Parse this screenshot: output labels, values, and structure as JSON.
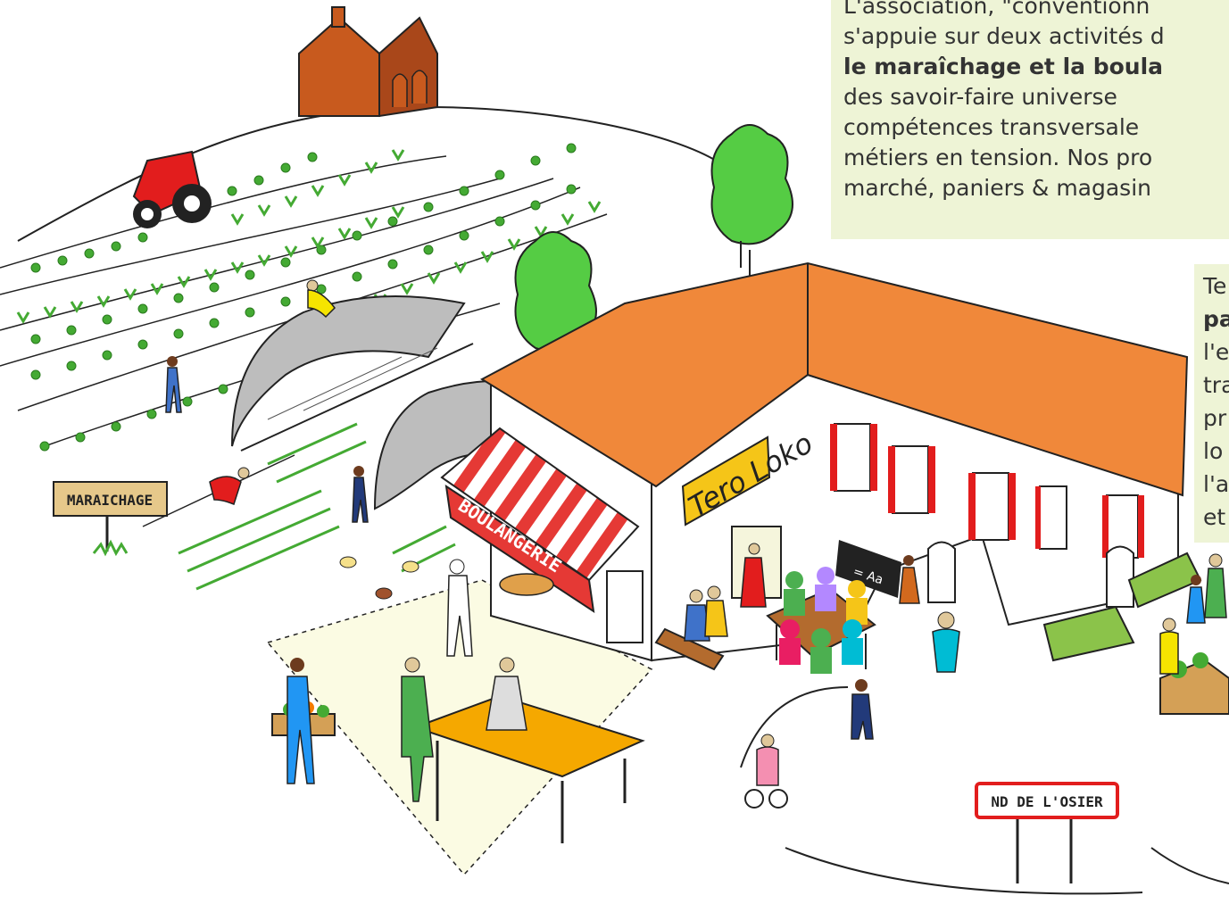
{
  "text_box_1": {
    "lines": [
      "L'association, \"conventionn",
      "s'appuie sur deux activités d",
      "le maraîchage et la boula",
      "des   savoir-faire   universe",
      "compétences   transversale",
      "métiers en tension. Nos pro",
      "marché, paniers & magasin"
    ],
    "bold_line_index": 2
  },
  "text_box_2": {
    "lines": [
      "Te",
      "pa",
      "l'e",
      "tra",
      "pr",
      "lo",
      "l'a",
      "et"
    ],
    "bold_line_index": 1
  },
  "signs": {
    "maraichage": "MARAICHAGE",
    "boulangerie": "BOULANGERIE",
    "shop": "Tero Loko",
    "town": "ND DE L'OSIER",
    "chalkboard": "= Aa"
  },
  "colors": {
    "textbox_bg": "#eef4d6",
    "roof": "#f0883a",
    "church": "#c85a1e",
    "tree": "#55cc44",
    "crops": "#44aa33",
    "tractor": "#e21d1d",
    "awning_red": "#e53935",
    "shop_sign": "#f5c518",
    "table": "#f5a800",
    "greenhouse": "#bdbdbd",
    "work_area": "#fbfbe3"
  }
}
